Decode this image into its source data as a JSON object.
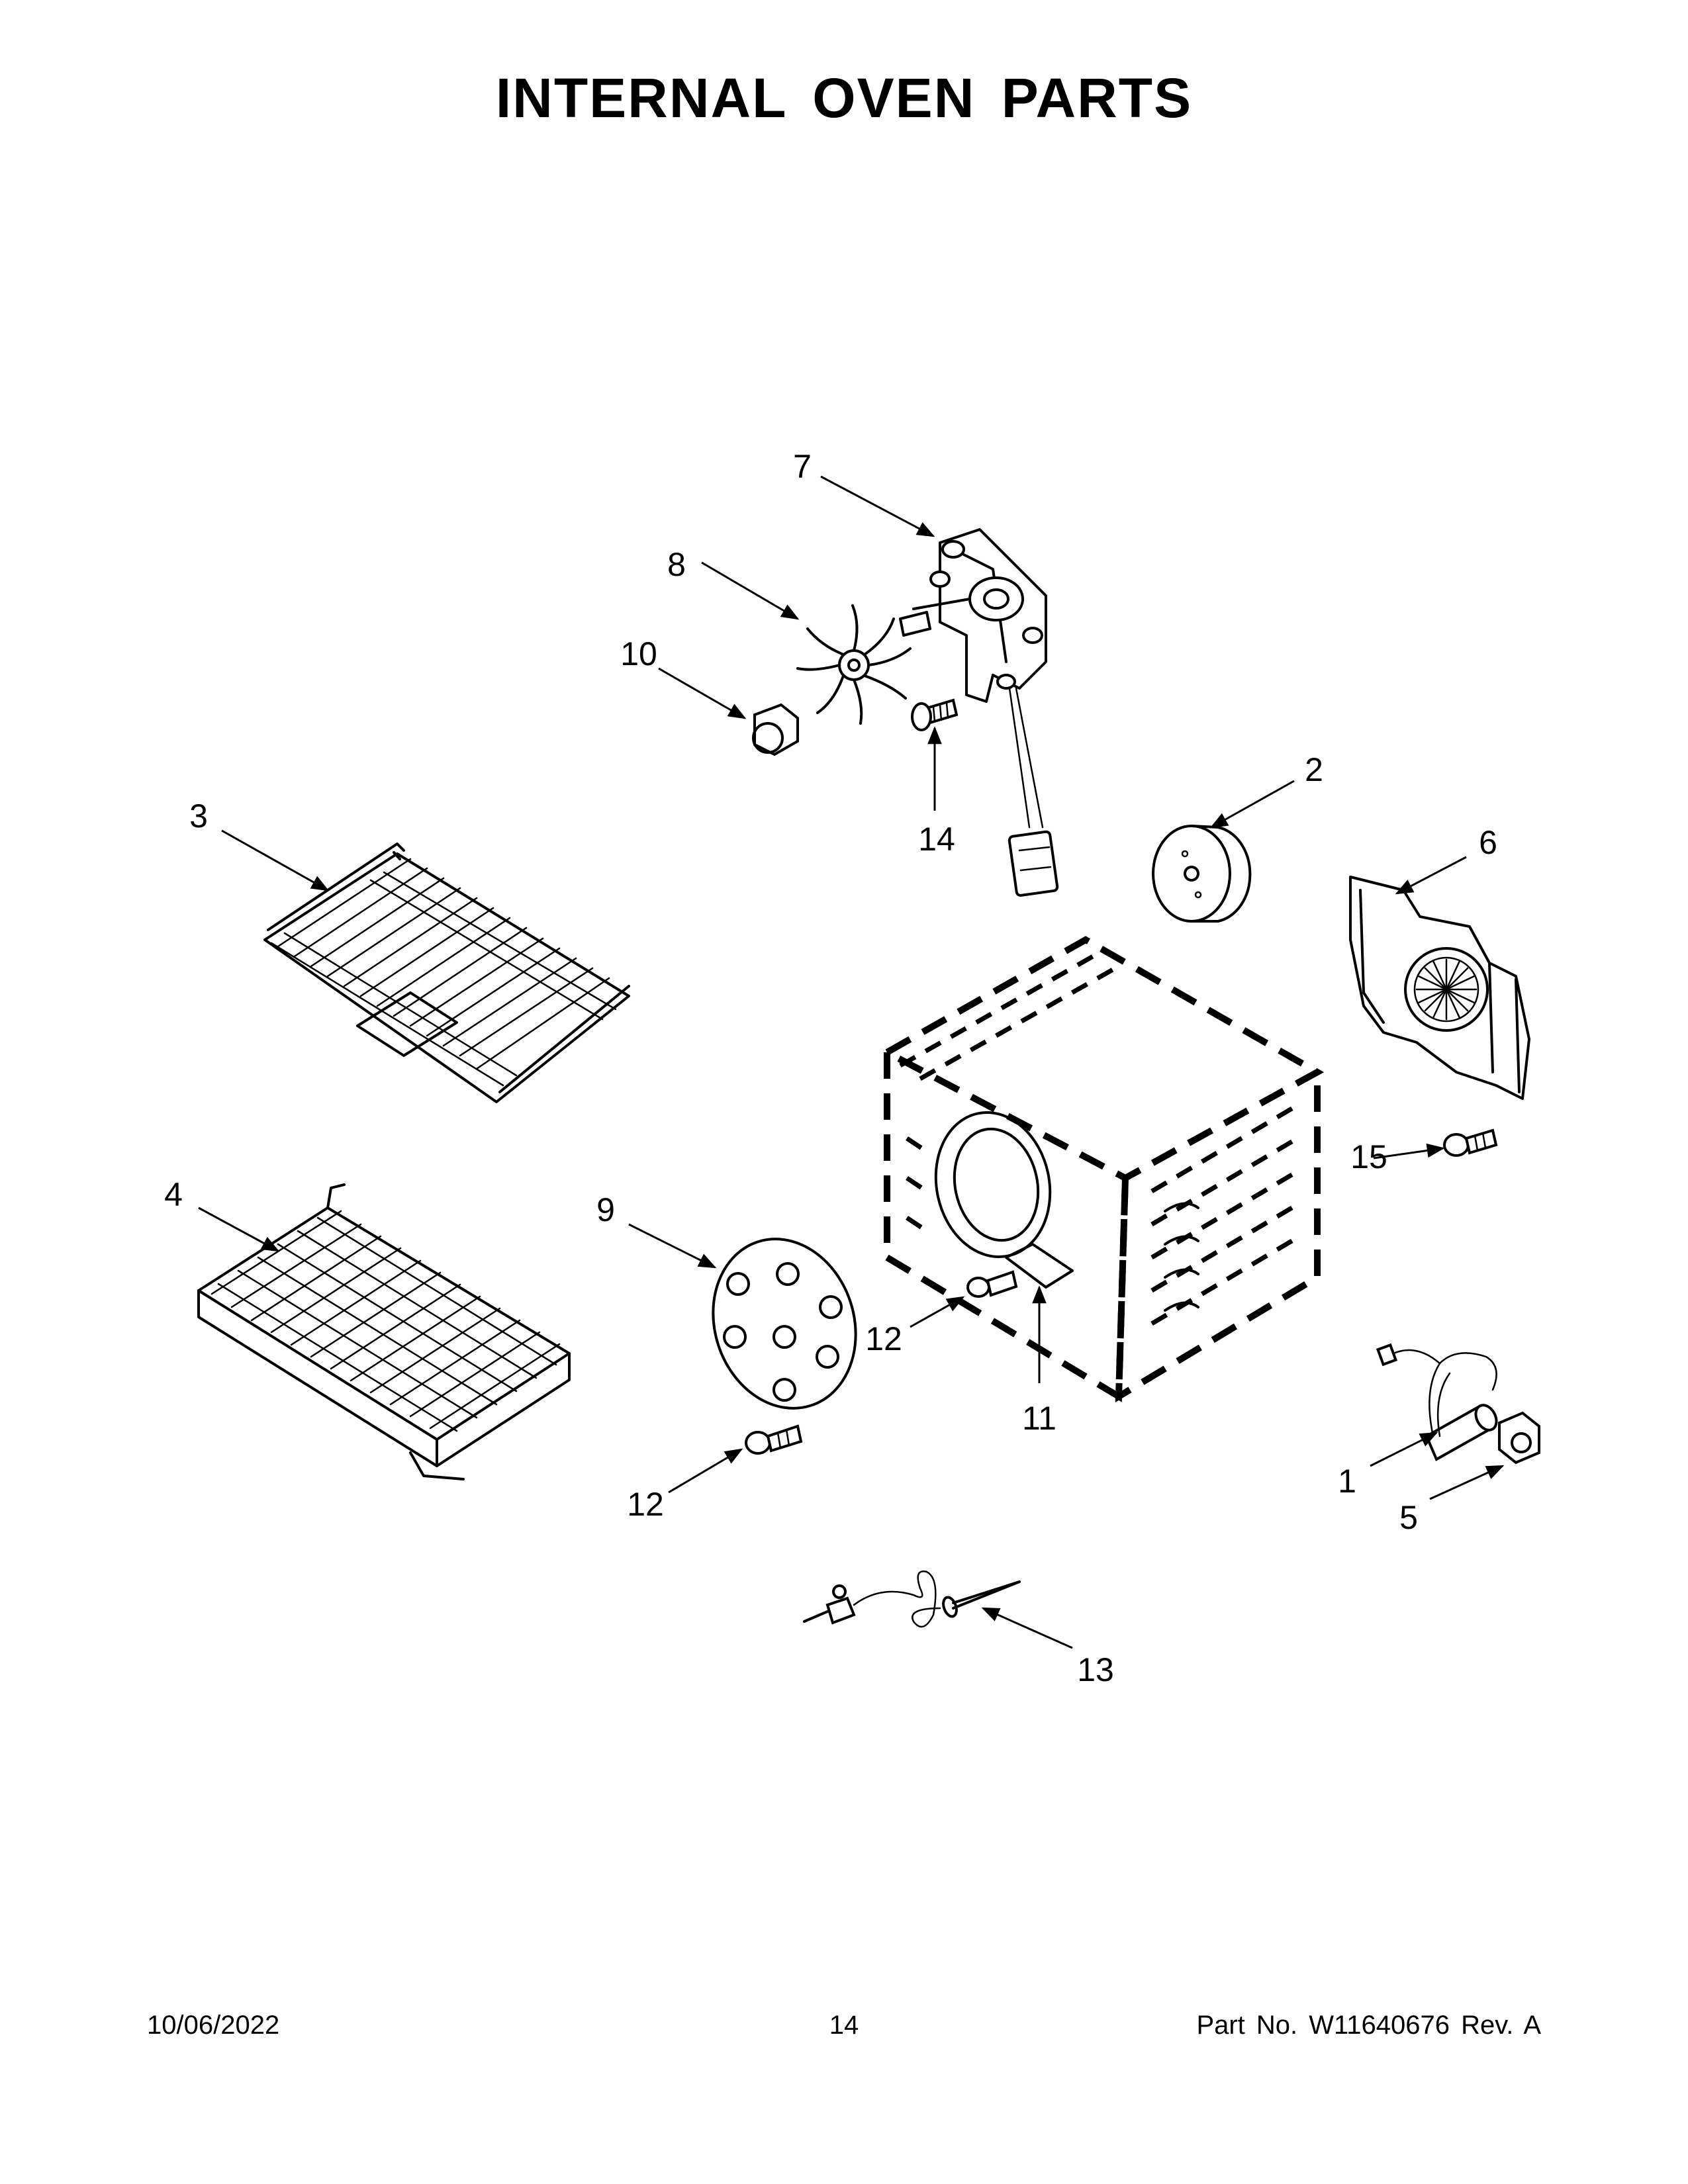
{
  "title": "INTERNAL OVEN PARTS",
  "callouts": [
    {
      "id": "1",
      "label": "1"
    },
    {
      "id": "2",
      "label": "2"
    },
    {
      "id": "3",
      "label": "3"
    },
    {
      "id": "4",
      "label": "4"
    },
    {
      "id": "5",
      "label": "5"
    },
    {
      "id": "6",
      "label": "6"
    },
    {
      "id": "7",
      "label": "7"
    },
    {
      "id": "8",
      "label": "8"
    },
    {
      "id": "9",
      "label": "9"
    },
    {
      "id": "10",
      "label": "10"
    },
    {
      "id": "11",
      "label": "11"
    },
    {
      "id": "12a",
      "label": "12"
    },
    {
      "id": "12b",
      "label": "12"
    },
    {
      "id": "13",
      "label": "13"
    },
    {
      "id": "14",
      "label": "14"
    },
    {
      "id": "15",
      "label": "15"
    }
  ],
  "footer": {
    "date": "10/06/2022",
    "page": "14",
    "part": "Part No.  W11640676  Rev.  A"
  }
}
